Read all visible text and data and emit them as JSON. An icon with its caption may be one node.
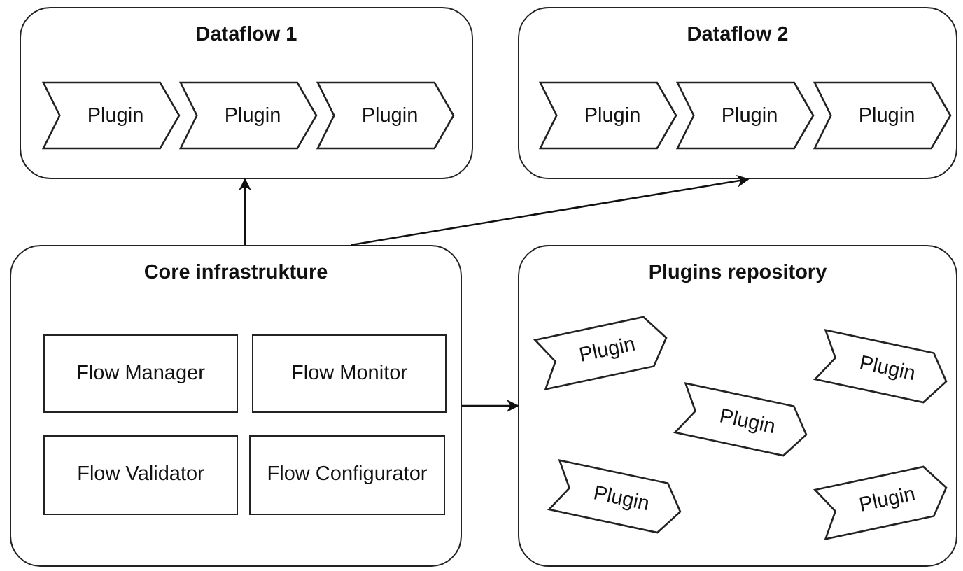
{
  "diagram": {
    "nodes": [
      {
        "text": [
          "Dataflow 1"
        ]
      },
      {
        "text": [
          "Plugin"
        ],
        "in": 0
      },
      {
        "text": [
          "Plugin"
        ],
        "in": 0
      },
      {
        "text": [
          "Plugin"
        ],
        "in": 0
      },
      {
        "text": [
          "Dataflow 2"
        ]
      },
      {
        "text": [
          "Plugin"
        ],
        "in": 4
      },
      {
        "text": [
          "Plugin"
        ],
        "in": 4
      },
      {
        "text": [
          "Plugin"
        ],
        "in": 4
      },
      {
        "text": [
          "Core infrastrukture"
        ]
      },
      {
        "text": [
          "Flow Manager"
        ],
        "in": 8
      },
      {
        "text": [
          "Flow Monitor"
        ],
        "in": 8
      },
      {
        "text": [
          "Flow Validator"
        ],
        "in": 8
      },
      {
        "text": [
          "Flow Configurator"
        ],
        "in": 8
      },
      {
        "text": [
          "Plugins repository"
        ]
      },
      {
        "text": [
          "Plugin"
        ],
        "in": 13
      },
      {
        "text": [
          "Plugin"
        ],
        "in": 13
      },
      {
        "text": [
          "Plugin"
        ],
        "in": 13
      },
      {
        "text": [
          "Plugin"
        ],
        "in": 13
      },
      {
        "text": [
          "Plugin"
        ],
        "in": 13
      }
    ],
    "edges": [
      {
        "from": 8,
        "to": 0,
        "arrow": "to"
      },
      {
        "from": 8,
        "to": 4,
        "arrow": "to"
      },
      {
        "from": 8,
        "to": 13,
        "arrow": "to"
      }
    ]
  }
}
